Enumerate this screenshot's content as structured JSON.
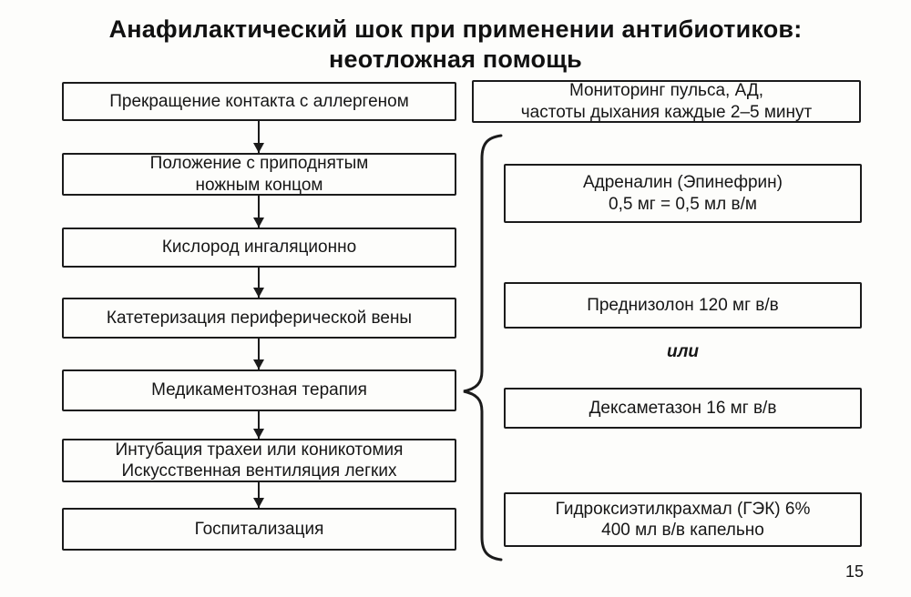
{
  "page": {
    "title": "Анафилактический шок при применении антибиотиков:\nнеотложная помощь",
    "page_number": "15"
  },
  "flow": {
    "steps": [
      {
        "label": "Прекращение контакта с аллергеном"
      },
      {
        "label": "Положение с приподнятым\nножным концом"
      },
      {
        "label": "Кислород ингаляционно"
      },
      {
        "label": "Катетеризация периферической вены"
      },
      {
        "label": "Медикаментозная терапия"
      },
      {
        "label": "Интубация трахеи или коникотомия\nИскусственная вентиляция легких"
      },
      {
        "label": "Госпитализация"
      }
    ]
  },
  "right": {
    "monitoring": "Мониторинг пульса, АД,\nчастоты дыхания каждые 2–5 минут",
    "or_label": "или",
    "drugs": [
      {
        "label": "Адреналин (Эпинефрин)\n0,5 мг = 0,5 мл в/м"
      },
      {
        "label": "Преднизолон 120 мг в/в"
      },
      {
        "label": "Дексаметазон 16 мг в/в"
      },
      {
        "label": "Гидроксиэтилкрахмал (ГЭК) 6%\n400 мл в/в капельно"
      }
    ]
  },
  "colors": {
    "ink": "#1b1b1b",
    "paper": "#fdfdfb"
  }
}
